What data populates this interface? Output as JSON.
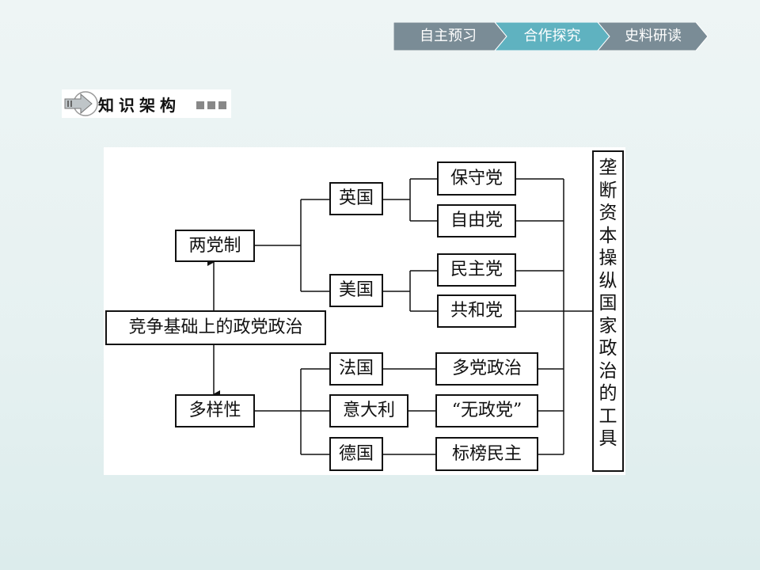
{
  "nav": {
    "tabs": [
      {
        "label": "自主预习",
        "color": "#7a8c96"
      },
      {
        "label": "合作探究",
        "color": "#5fb2c0"
      },
      {
        "label": "史料研读",
        "color": "#7a8c96"
      }
    ]
  },
  "section": {
    "title": "知识架构"
  },
  "diagram": {
    "root": "竞争基础上的政党政治",
    "two_party": "两党制",
    "diverse": "多样性",
    "uk": "英国",
    "us": "美国",
    "france": "法国",
    "italy": "意大利",
    "germany": "德国",
    "conservative": "保守党",
    "liberal": "自由党",
    "democratic": "民主党",
    "republican": "共和党",
    "multi_party": "多党政治",
    "no_party": "“无政党”",
    "model_democracy": "标榜民主",
    "conclusion": "垄断资本操纵国家政治的工具"
  }
}
